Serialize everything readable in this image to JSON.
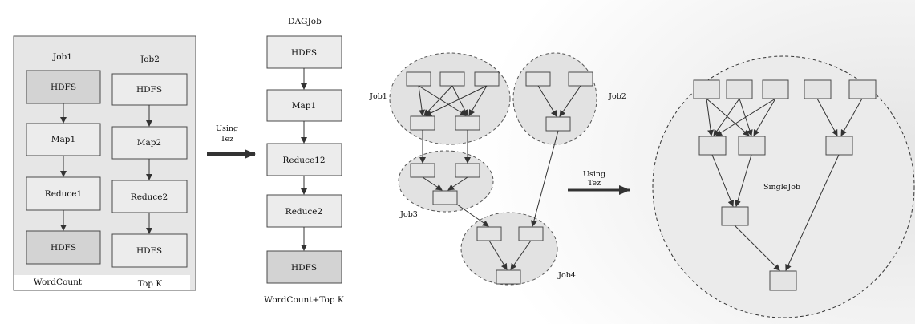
{
  "panel_left": {
    "job1_label": "Job1",
    "job2_label": "Job2",
    "job1_boxes": [
      "HDFS",
      "Map1",
      "Reduce1",
      "HDFS"
    ],
    "job2_boxes": [
      "HDFS",
      "Map2",
      "Reduce2",
      "HDFS"
    ],
    "footer_left": "WordCount",
    "footer_right": "Top K"
  },
  "arrow_left": {
    "label_line1": "Using",
    "label_line2": "Tez"
  },
  "dag": {
    "title": "DAGJob",
    "boxes": [
      "HDFS",
      "Map1",
      "Reduce12",
      "Reduce2",
      "HDFS"
    ],
    "caption": "WordCount+Top K"
  },
  "jobs_graph": {
    "job1": "Job1",
    "job2": "Job2",
    "job3": "Job3",
    "job4": "Job4"
  },
  "arrow_right": {
    "label_line1": "Using",
    "label_line2": "Tez"
  },
  "single_job": {
    "label": "SingleJob"
  },
  "colors": {
    "box_light": "#ececec",
    "box_dark": "#d3d3d3",
    "circle_fill": "#e2e2e2"
  }
}
